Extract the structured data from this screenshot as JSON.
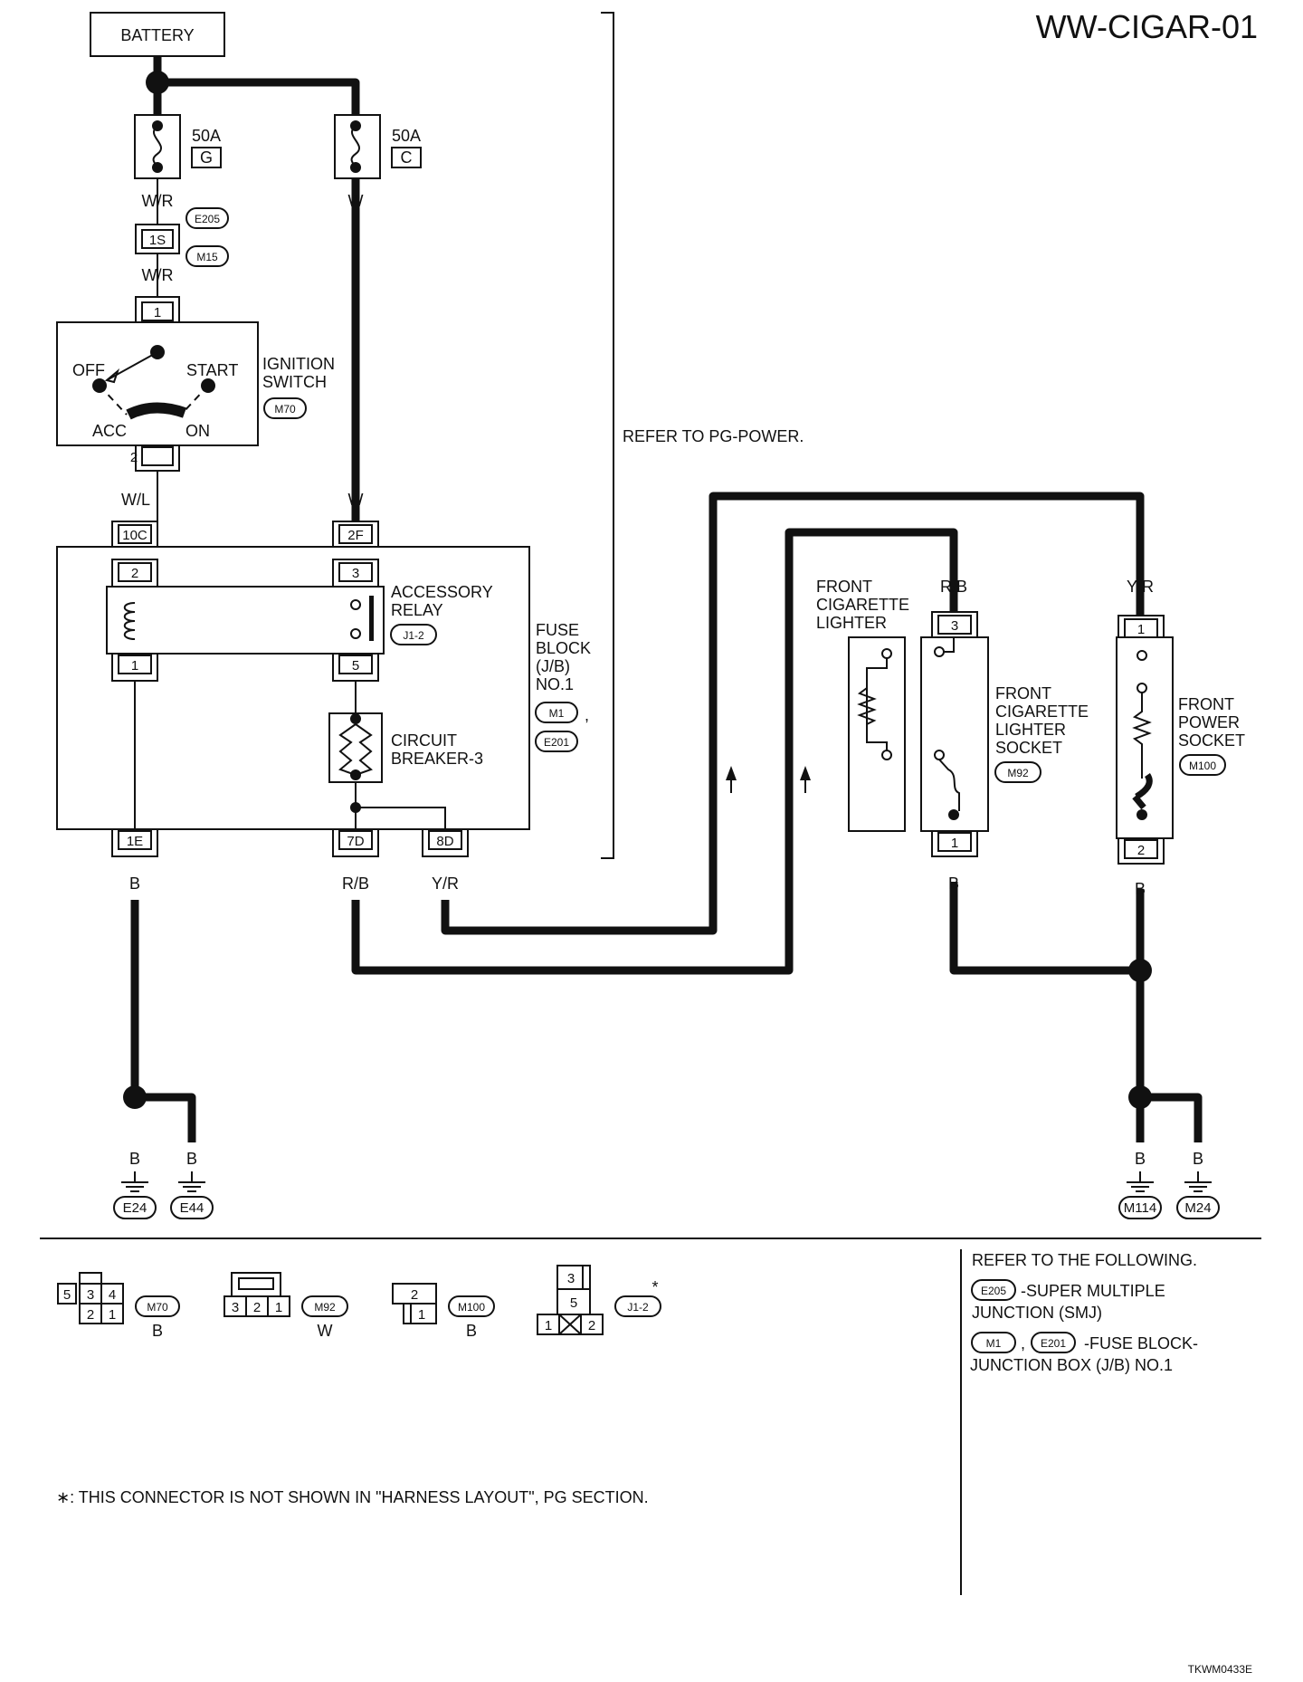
{
  "title": "WW-CIGAR-01",
  "footer_code": "TKWM0433E",
  "battery": "BATTERY",
  "fuses": [
    {
      "rating": "50A",
      "letter": "G"
    },
    {
      "rating": "50A",
      "letter": "C"
    }
  ],
  "wires": {
    "w_r_top": "W/R",
    "w_r_bottom": "W/R",
    "w_top": "W",
    "w_bottom": "W",
    "w_l": "W/L",
    "b_1e": "B",
    "r_b_7d": "R/B",
    "y_r_8d": "Y/R",
    "r_b_lighter": "R/B",
    "y_r_socket": "Y/R",
    "b_lighter": "B",
    "b_socket": "B",
    "b_e24": "B",
    "b_e44": "B",
    "b_m114": "B",
    "b_m24": "B"
  },
  "smj": {
    "pin": "1S",
    "conn1": "E205",
    "conn2": "M15"
  },
  "ignition": {
    "label_line1": "IGNITION",
    "label_line2": "SWITCH",
    "connector": "M70",
    "pin_top": "1",
    "pin_bottom": "2",
    "pos_off": "OFF",
    "pos_start": "START",
    "pos_acc": "ACC",
    "pos_on": "ON"
  },
  "refer_pg": "REFER TO PG-POWER.",
  "fuse_block": {
    "label_lines": [
      "FUSE",
      "BLOCK",
      "(J/B)",
      "NO.1"
    ],
    "conn1": "M1",
    "sep": ",",
    "conn2": "E201",
    "pin_10c": "10C",
    "pin_2f": "2F",
    "pin_1e": "1E",
    "pin_7d": "7D",
    "pin_8d": "8D"
  },
  "relay": {
    "label_line1": "ACCESSORY",
    "label_line2": "RELAY",
    "connector": "J1-2",
    "pin2": "2",
    "pin3": "3",
    "pin1": "1",
    "pin5": "5"
  },
  "breaker": {
    "label_line1": "CIRCUIT",
    "label_line2": "BREAKER-3"
  },
  "lighter": {
    "label_lines": [
      "FRONT",
      "CIGARETTE",
      "LIGHTER"
    ]
  },
  "lighter_socket": {
    "label_lines": [
      "FRONT",
      "CIGARETTE",
      "LIGHTER",
      "SOCKET"
    ],
    "connector": "M92",
    "pin_top": "3",
    "pin_bottom": "1"
  },
  "power_socket": {
    "label_lines": [
      "FRONT",
      "POWER",
      "SOCKET"
    ],
    "connector": "M100",
    "pin_top": "1",
    "pin_bottom": "2"
  },
  "grounds": [
    "E24",
    "E44",
    "M114",
    "M24"
  ],
  "legend": {
    "m70": {
      "pins_top": [
        "5",
        "3",
        "4"
      ],
      "pins_bottom": [
        "2",
        "1"
      ],
      "name": "M70",
      "color": "B"
    },
    "m92": {
      "pins": [
        "3",
        "2",
        "1"
      ],
      "name": "M92",
      "color": "W"
    },
    "m100": {
      "pins_top": [
        "2"
      ],
      "pins_bottom": [
        "1"
      ],
      "name": "M100",
      "color": "B"
    },
    "j12": {
      "pins_top": [
        "3"
      ],
      "pins_mid": [
        "5"
      ],
      "pins_bottom": [
        "1",
        "2"
      ],
      "name": "J1-2",
      "star": "*"
    }
  },
  "refer_following": {
    "title": "REFER TO THE FOLLOWING.",
    "item1_conn": "E205",
    "item1_line1": "-SUPER MULTIPLE",
    "item1_line2": "JUNCTION (SMJ)",
    "item2_conn1": "M1",
    "item2_sep": ",",
    "item2_conn2": "E201",
    "item2_line1": "-FUSE BLOCK-",
    "item2_line2": "JUNCTION BOX (J/B) NO.1"
  },
  "footnote": "∗: THIS CONNECTOR IS NOT SHOWN IN \"HARNESS LAYOUT\", PG SECTION."
}
